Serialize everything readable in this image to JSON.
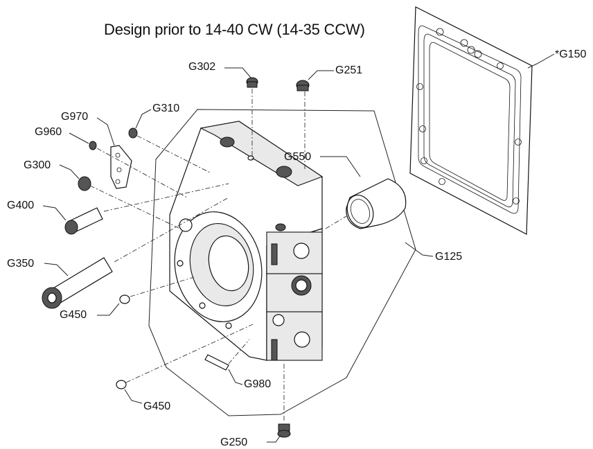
{
  "title": "Design prior to 14-40  CW (14-35 CCW)",
  "callouts": {
    "g302": "G302",
    "g251": "G251",
    "g150": "*G150",
    "g310": "G310",
    "g970": "G970",
    "g960": "G960",
    "g300": "G300",
    "g550": "G550",
    "g400": "G400",
    "g125": "G125",
    "g350": "G350",
    "g450a": "G450",
    "g980": "G980",
    "g450b": "G450",
    "g250": "G250"
  }
}
